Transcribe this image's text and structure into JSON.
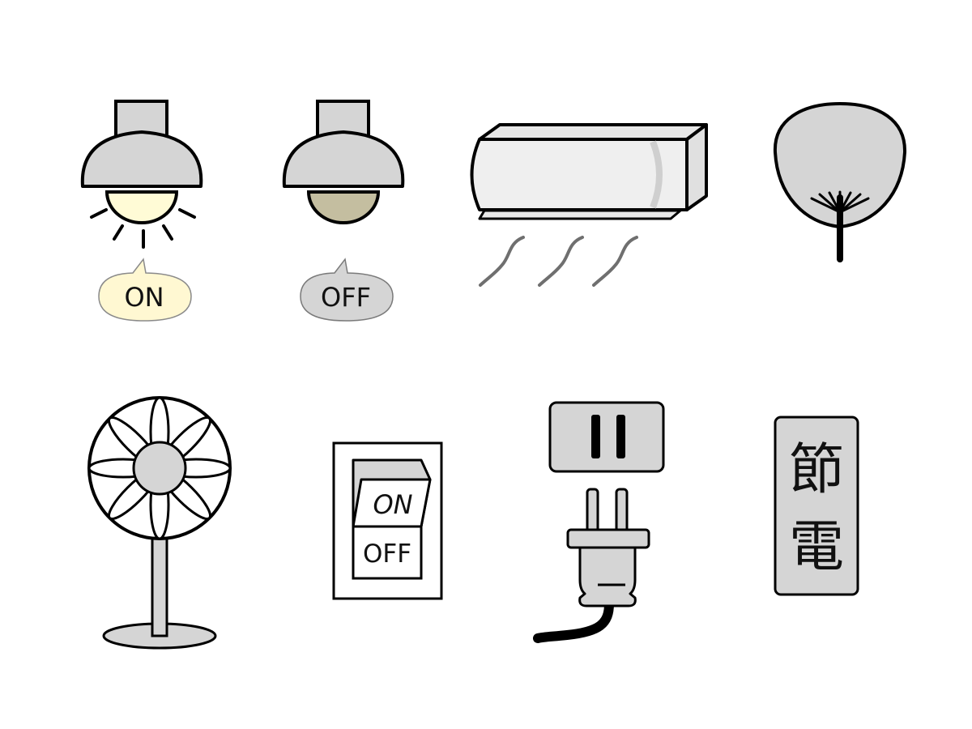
{
  "lamp_on": {
    "label": "ON",
    "bulb_color": "#fffbd6",
    "bubble_color": "#fff8d2"
  },
  "lamp_off": {
    "label": "OFF",
    "bulb_color": "#c4bea0",
    "bubble_color": "#d5d5d5"
  },
  "wall_switch": {
    "on_label": "ON",
    "off_label": "OFF"
  },
  "setsuden_sign": {
    "line1": "節",
    "line2": "電"
  },
  "colors": {
    "stroke": "#000000",
    "fill_gray": "#d5d5d5",
    "fill_light": "#efefef",
    "wave_gray": "#6f6f6f"
  }
}
